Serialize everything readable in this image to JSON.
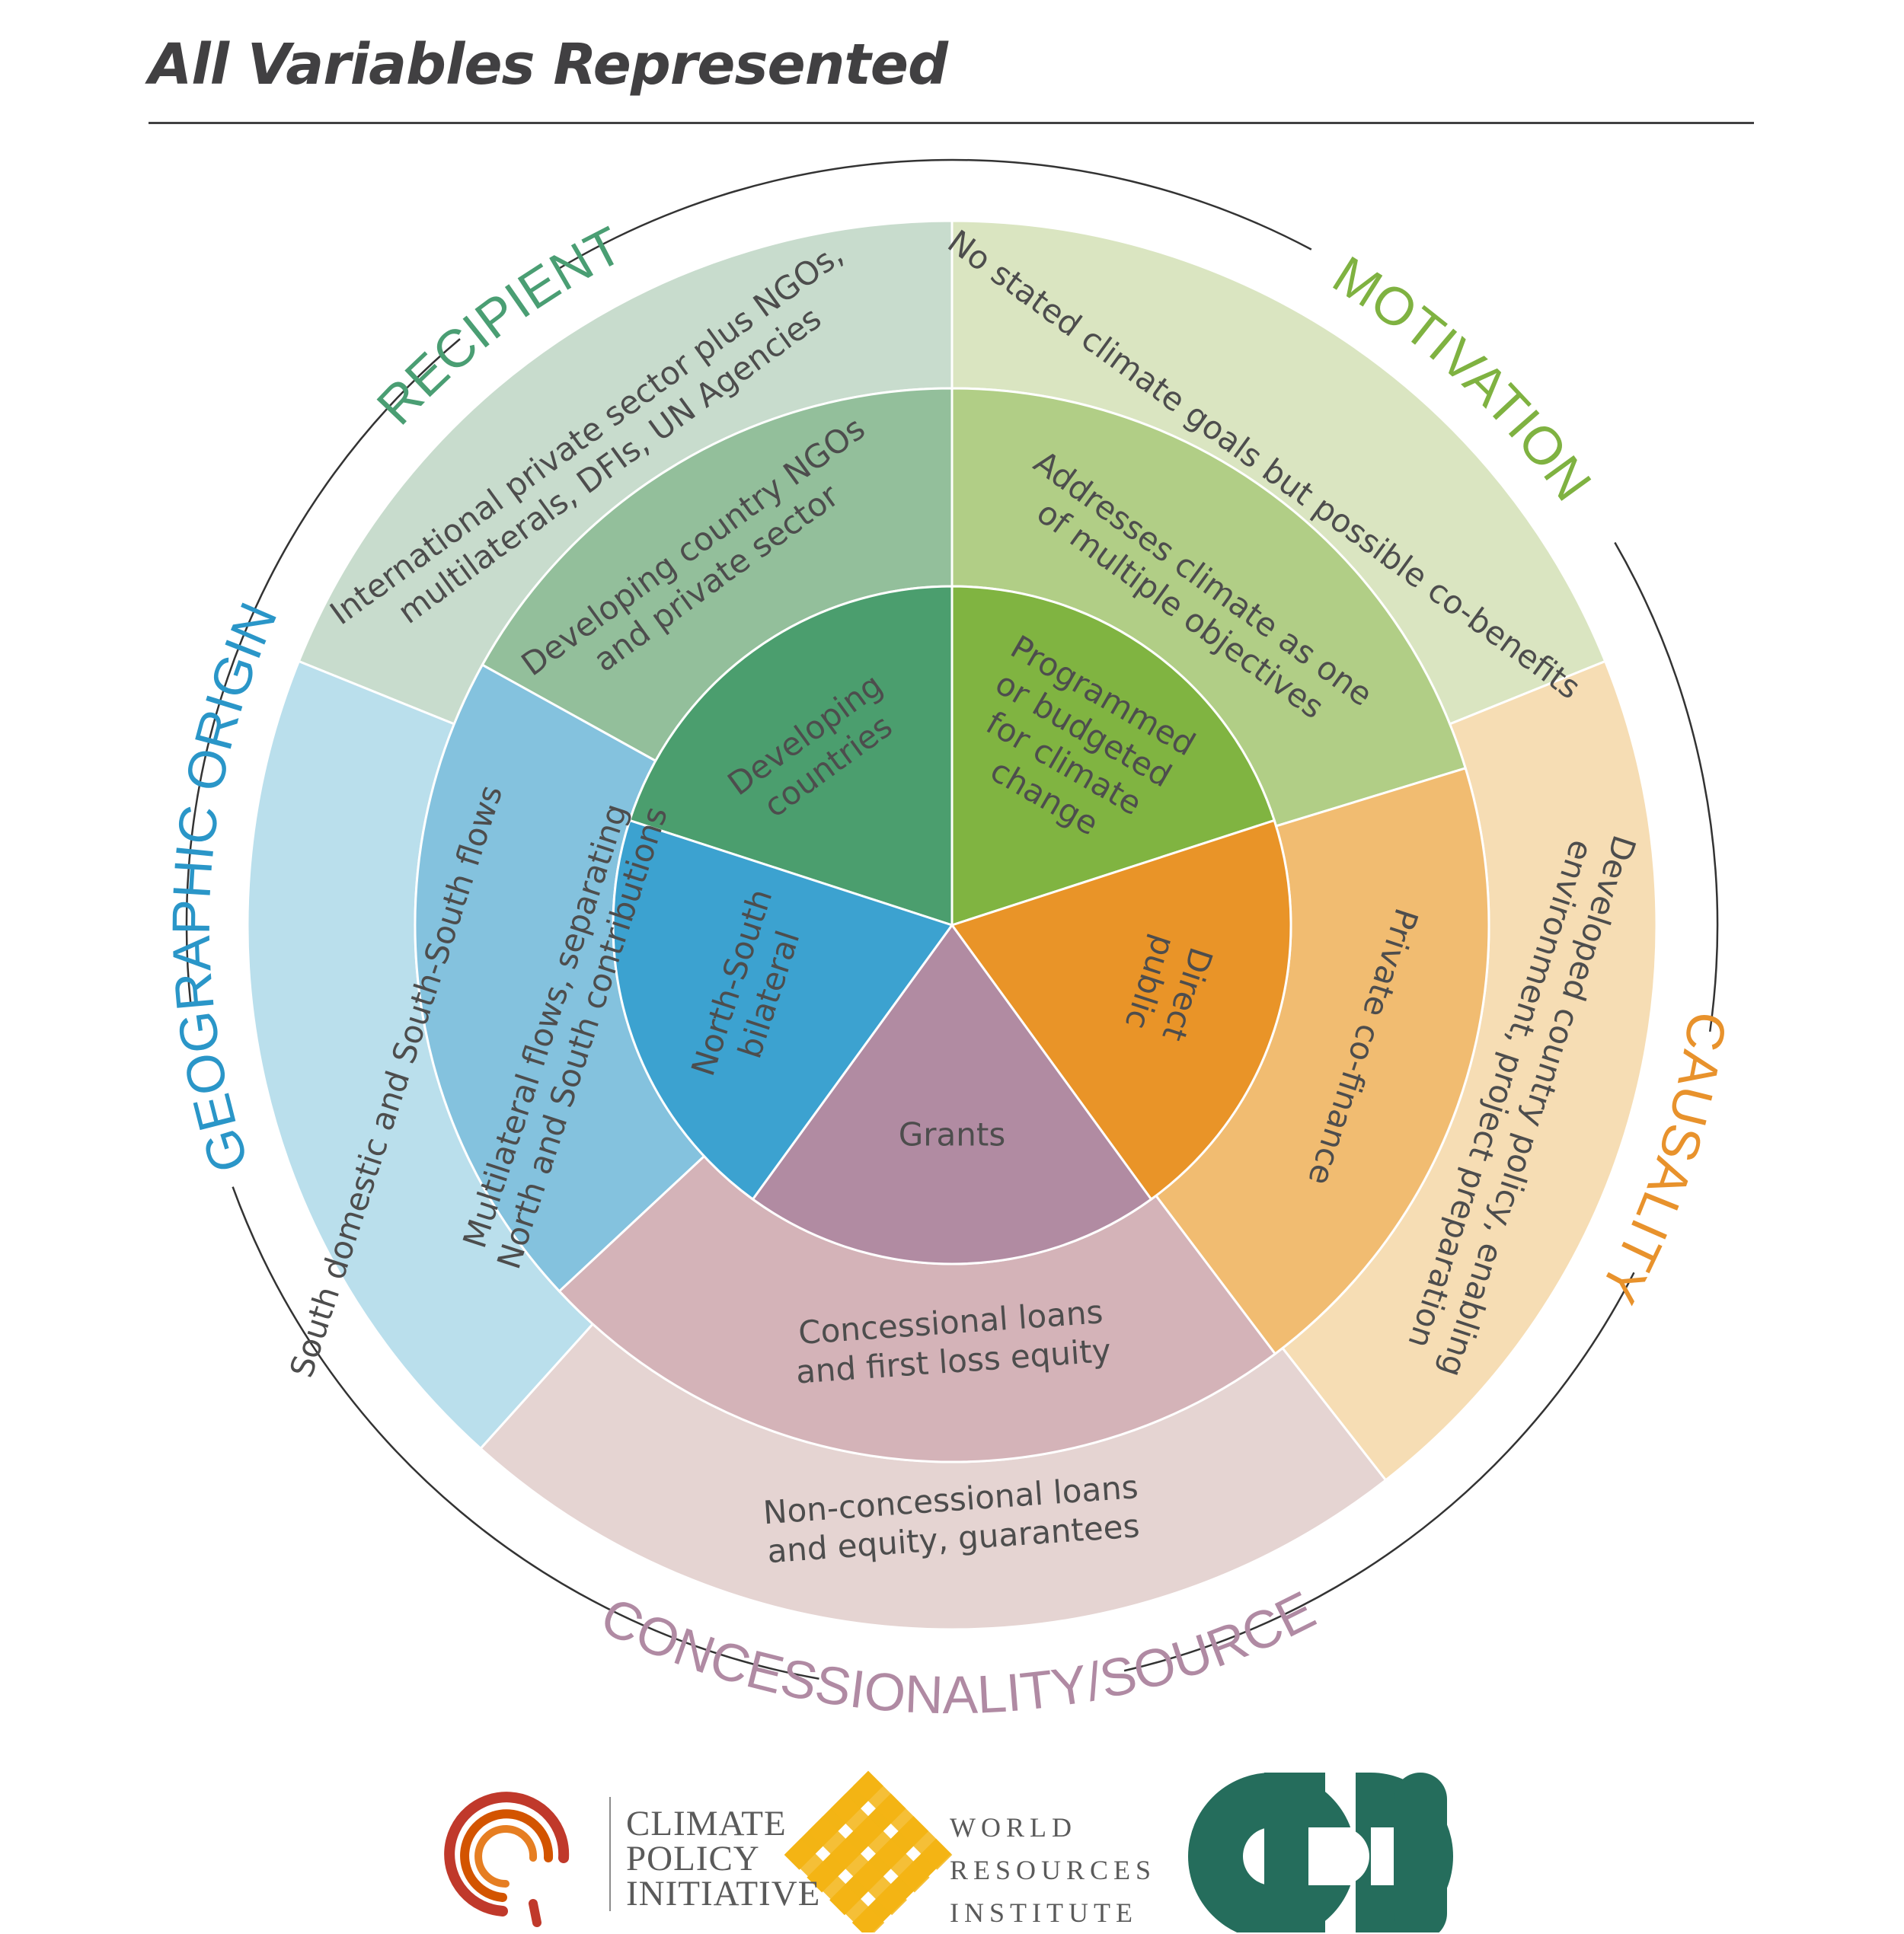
{
  "title": "All Variables Represented",
  "categories": {
    "recipient": {
      "label": "RECIPIENT",
      "color": "#4a9e73"
    },
    "motivation": {
      "label": "MOTIVATION",
      "color": "#7fb241"
    },
    "causality": {
      "label": "CAUSALITY",
      "color": "#e8922c"
    },
    "concessionality": {
      "label": "CONCESSIONALITY/SOURCE",
      "color": "#b08aa3"
    },
    "geographic": {
      "label": "GEOGRAPHIC ORIGIN",
      "color": "#2a96c8"
    }
  },
  "rings": {
    "recipient": {
      "inner": [
        "Developing",
        "countries"
      ],
      "middle": [
        "Developing country NGOs",
        "and private sector"
      ],
      "outer": [
        "International private sector plus NGOs,",
        "multilaterals, DFIs, UN Agencies"
      ]
    },
    "motivation": {
      "inner": [
        "Programmed",
        "or budgeted",
        "for climate",
        "change"
      ],
      "middle": [
        "Addresses climate as one",
        "of multiple objectives"
      ],
      "outer": [
        "No stated climate goals but possible co-benefits"
      ]
    },
    "causality": {
      "inner": [
        "Direct",
        "public"
      ],
      "middle": [
        "Private co-finance"
      ],
      "outer": [
        "Developed country policy, enabling",
        "environment, project preparation"
      ]
    },
    "concessionality": {
      "inner": [
        "Grants"
      ],
      "middle": [
        "Concessional loans",
        "and first loss equity"
      ],
      "outer": [
        "Non-concessional loans",
        "and equity, guarantees"
      ]
    },
    "geographic": {
      "inner": [
        "North-South",
        "bilateral"
      ],
      "middle": [
        "Multilateral flows, separating",
        "North and South contributions"
      ],
      "outer": [
        "South domestic and South-South flows"
      ]
    }
  },
  "logos": {
    "cpi": [
      "CLIMATE",
      "POLICY",
      "INITIATIVE"
    ],
    "wri": [
      "WORLD",
      "RESOURCES",
      "INSTITUTE"
    ],
    "odi": "ODI"
  }
}
